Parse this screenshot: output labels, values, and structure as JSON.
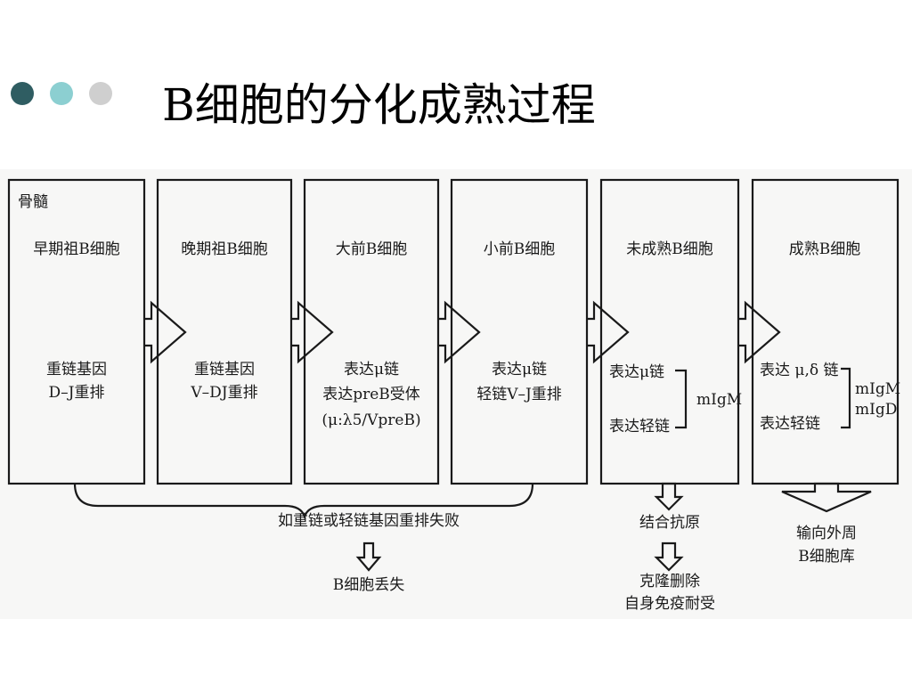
{
  "slide": {
    "title": "B细胞的分化成熟过程",
    "dots": [
      {
        "color": "#2f5d62"
      },
      {
        "color": "#8ccfd1"
      },
      {
        "color": "#cfcfcf"
      }
    ]
  },
  "diagram": {
    "region_label": "骨髓",
    "stages": [
      {
        "name": "早期祖B细胞",
        "lines": [
          "重链基因",
          "D–J重排"
        ]
      },
      {
        "name": "晚期祖B细胞",
        "lines": [
          "重链基因",
          "V–DJ重排"
        ]
      },
      {
        "name": "大前B细胞",
        "lines": [
          "表达μ链",
          "表达preB受体",
          "(μ:λ5/VpreB)"
        ]
      },
      {
        "name": "小前B细胞",
        "lines": [
          "表达μ链",
          "轻链V–J重排"
        ]
      },
      {
        "name": "未成熟B细胞",
        "lines": [
          "表达μ链",
          "表达轻链"
        ],
        "bracket": [
          "mIgM"
        ]
      },
      {
        "name": "成熟B细胞",
        "lines": [
          "表达 μ,δ 链",
          "表达轻链"
        ],
        "bracket": [
          "mIgM",
          "mIgD"
        ]
      }
    ],
    "failure": {
      "label": "如重链或轻链基因重排失败",
      "result": "B细胞丢失"
    },
    "antigen": {
      "label": "结合抗原",
      "result_lines": [
        "克隆删除",
        "自身免疫耐受"
      ]
    },
    "export": {
      "lines": [
        "输向外周",
        "B细胞库"
      ]
    }
  }
}
